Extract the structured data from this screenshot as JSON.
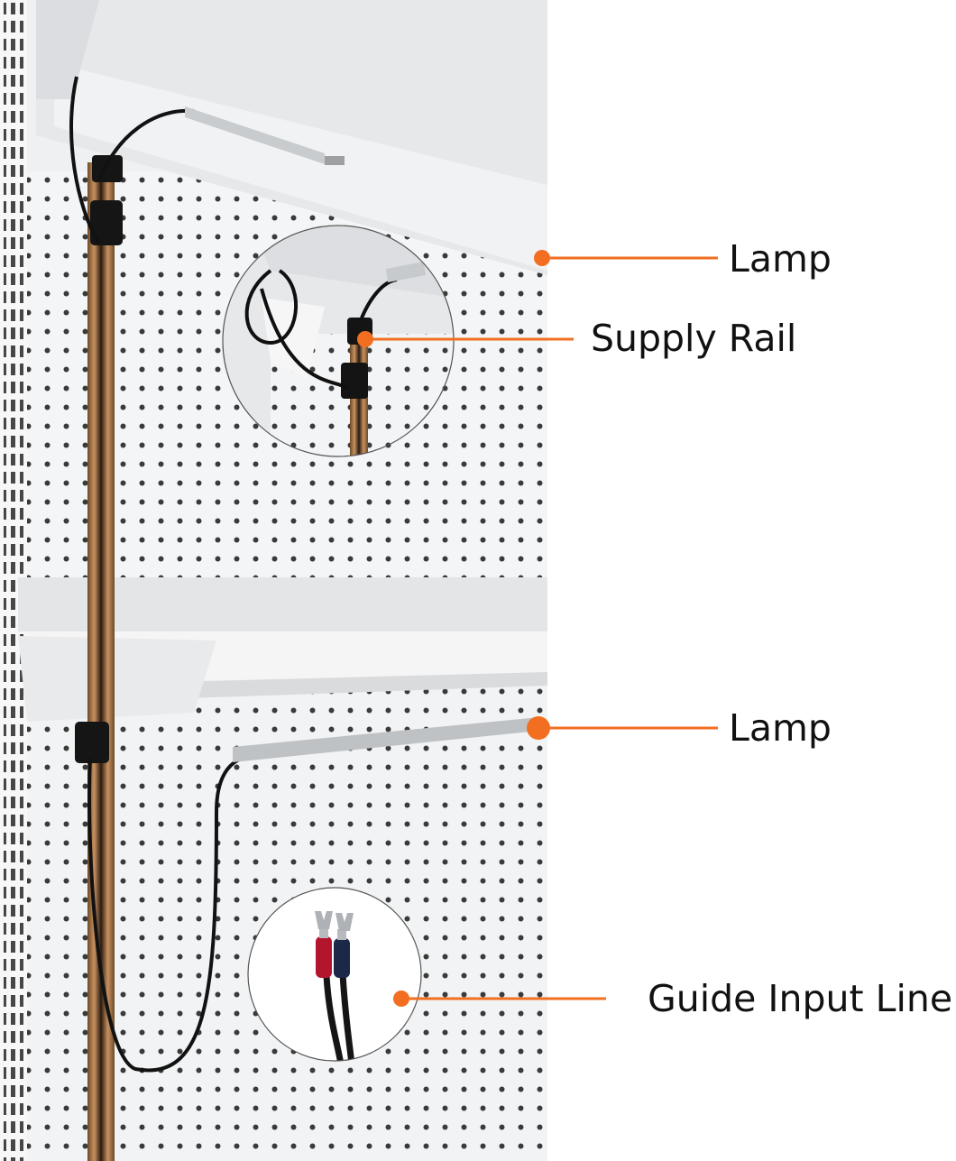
{
  "accent_color": "#f26f22",
  "callouts": [
    {
      "label": "Lamp"
    },
    {
      "label": "Supply Rail"
    },
    {
      "label": "Lamp"
    },
    {
      "label": "Guide Input Line"
    }
  ],
  "icons": [
    "lamp-bar-icon",
    "supply-rail-icon",
    "spade-terminal-icon"
  ]
}
